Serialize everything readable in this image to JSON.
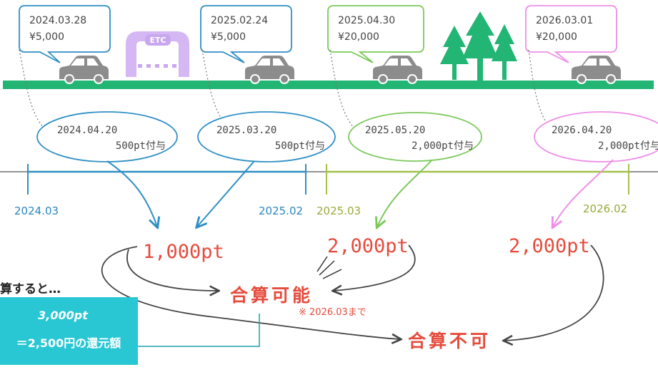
{
  "colors": {
    "road": "#22b573",
    "car": "#8c8c8c",
    "etc": "#c9a7ee",
    "tree": "#22b573",
    "blue": "#2f8fc4",
    "blue_line": "#2f8fc4",
    "green_line": "#a3c14a",
    "green": "#7bc95a",
    "pink": "#ee8ee8",
    "red": "#e64b3c",
    "dark": "#222222",
    "cyan_box": "#29c7d4",
    "axis_blue_text": "#2a86c0",
    "axis_green_text": "#9aa838"
  },
  "icons": {
    "car": "car-icon",
    "etc": "etc-gate-icon",
    "tree": "tree-icon"
  },
  "etc_label": "ETC",
  "events": [
    {
      "date": "2024.03.28",
      "amount": "¥5,000",
      "award_date": "2024.04.20",
      "award_pts": "500pt付与"
    },
    {
      "date": "2025.02.24",
      "amount": "¥5,000",
      "award_date": "2025.03.20",
      "award_pts": "500pt付与"
    },
    {
      "date": "2025.04.30",
      "amount": "¥20,000",
      "award_date": "2025.05.20",
      "award_pts": "2,000pt付与"
    },
    {
      "date": "2026.03.01",
      "amount": "¥20,000",
      "award_date": "2026.04.20",
      "award_pts": "2,000pt付与"
    }
  ],
  "periods": [
    {
      "start": "2024.03",
      "end": "2025.02"
    },
    {
      "start": "2025.03",
      "end": "2026.02"
    }
  ],
  "totals": [
    "1,000pt",
    "2,000pt",
    "2,000pt"
  ],
  "results": {
    "ok": "合算可能",
    "ng": "合算不可",
    "note": "※ 2026.03まで"
  },
  "summary": {
    "heading": "算すると…",
    "line1": "3,000pt",
    "line2": "＝2,500円の還元額"
  }
}
